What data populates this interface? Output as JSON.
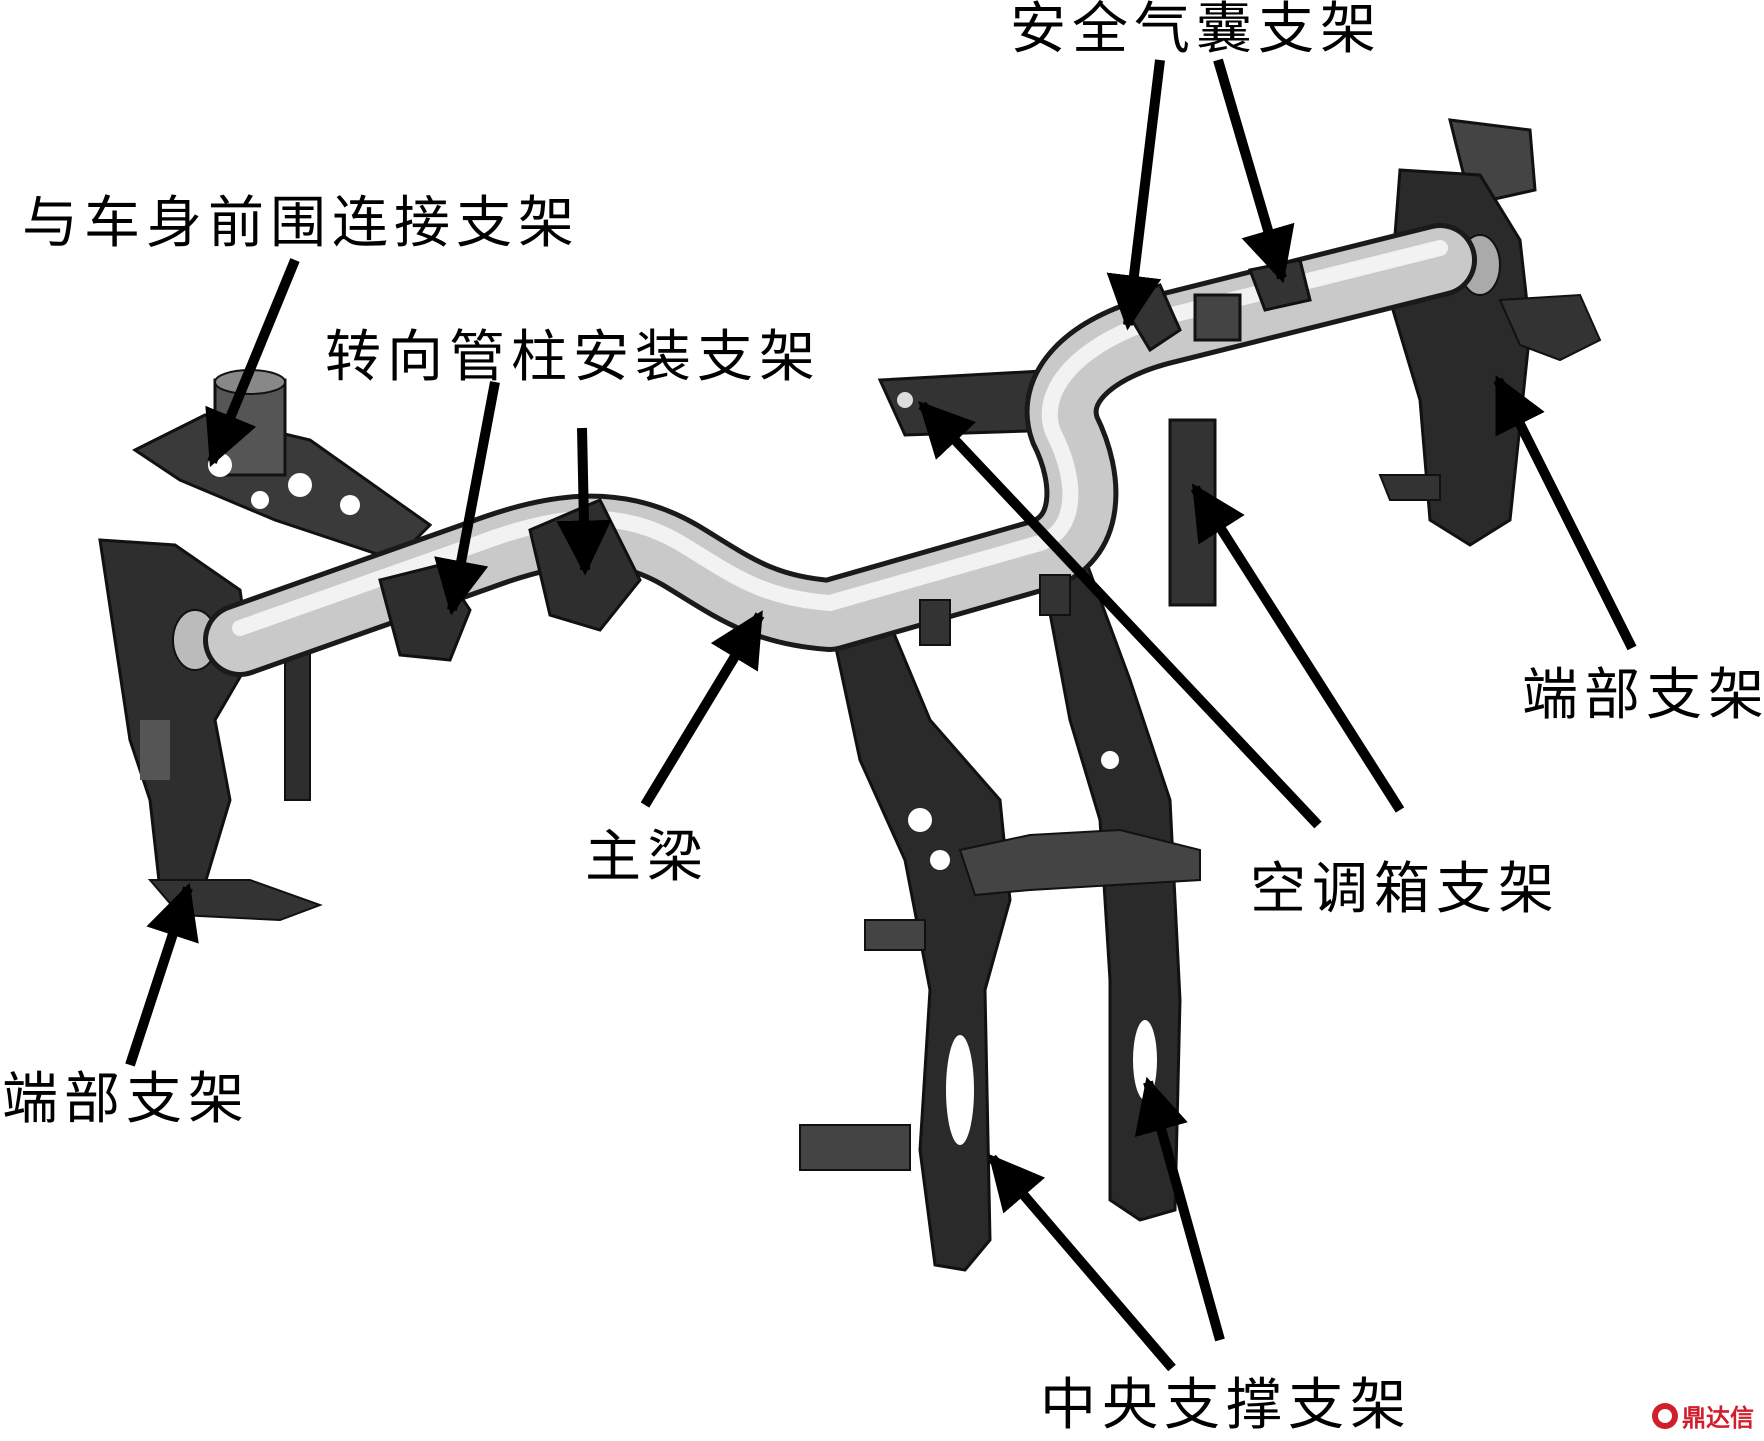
{
  "labels": {
    "airbag": "安全气囊支架",
    "firewall": "与车身前围连接支架",
    "steering": "转向管柱安装支架",
    "end_right": "端部支架",
    "end_left": "端部支架",
    "main_beam": "主梁",
    "hvac": "空调箱支架",
    "center": "中央支撑支架"
  },
  "watermark": "鼎达信",
  "colors": {
    "tube": "#c9c9c9",
    "bracket": "#2b2b2b",
    "arrow": "#000000",
    "watermark": "#d21d2b"
  }
}
